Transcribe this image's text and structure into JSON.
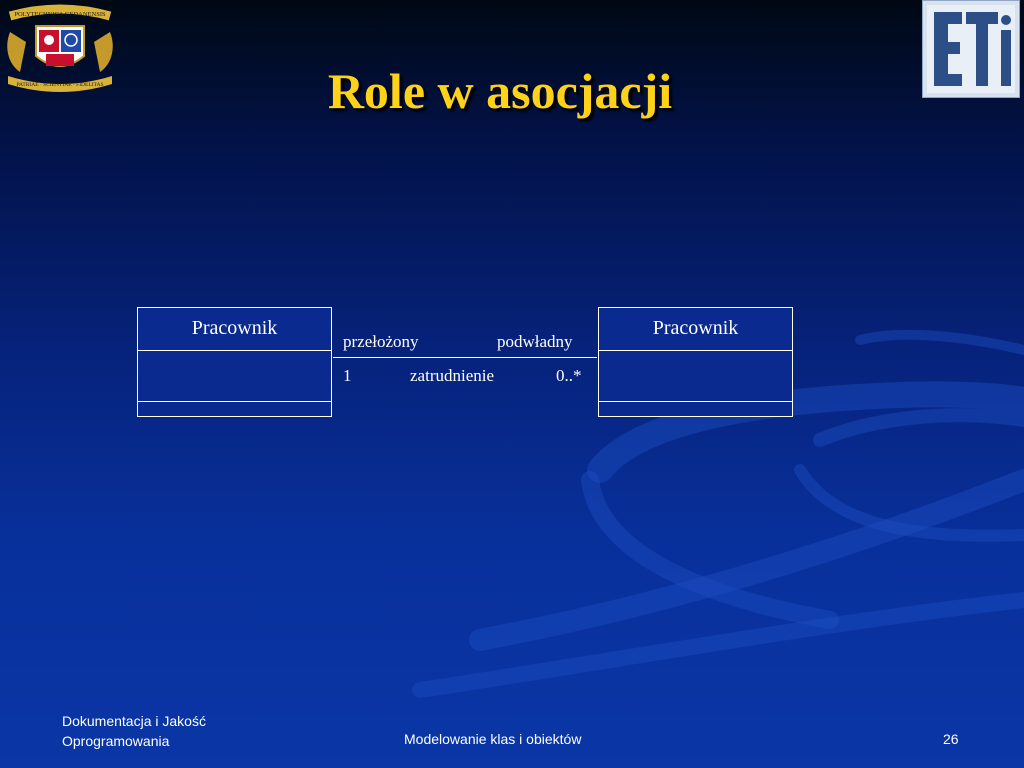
{
  "slide": {
    "title": "Role w asocjacji",
    "crest_text": {
      "top": "POLYTECHNICA GEDANENSIS",
      "ribbon": "PATRIAE · SCIENTIAE · FIDELITAS"
    },
    "eti_logo": "ETI"
  },
  "diagram": {
    "left_class": {
      "name": "Pracownik"
    },
    "right_class": {
      "name": "Pracownik"
    },
    "association": {
      "left_role": "przełożony",
      "right_role": "podwładny",
      "left_multiplicity": "1",
      "name": "zatrudnienie",
      "right_multiplicity": "0..*"
    }
  },
  "footer": {
    "course_line1": "Dokumentacja i Jakość",
    "course_line2": "Oprogramowania",
    "topic": "Modelowanie klas i obiektów",
    "page_number": "26"
  },
  "colors": {
    "title": "#ffd21a",
    "background_dark": "#000814",
    "background_light": "#0a36a6",
    "line": "#ffffff"
  }
}
